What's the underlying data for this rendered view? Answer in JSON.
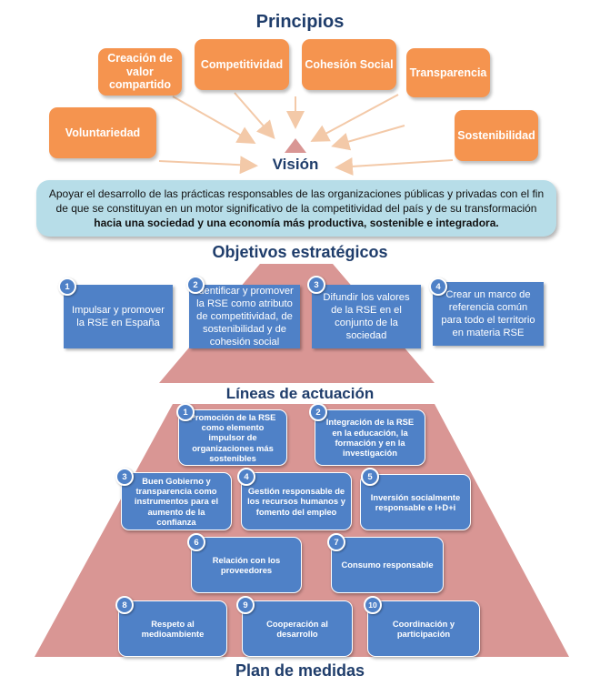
{
  "headings": {
    "principios": "Principios",
    "vision": "Visión",
    "objetivos": "Objetivos estratégicos",
    "lineas": "Líneas de actuación",
    "plan": "Plan de medidas"
  },
  "principles": [
    "Creación de valor compartido",
    "Competitividad",
    "Cohesión Social",
    "Transparencia",
    "Voluntariedad",
    "Sostenibilidad"
  ],
  "vision": {
    "text_normal": "Apoyar el desarrollo de las prácticas responsables de las organizaciones públicas y privadas con el fin de que se constituyan en un motor significativo de la competitividad del país y de su transformación ",
    "text_bold": "hacia una sociedad y una economía más productiva, sostenible e integradora."
  },
  "objectives": [
    {
      "num": "1",
      "text": "Impulsar y promover la RSE en España"
    },
    {
      "num": "2",
      "text": "Identificar y promover la RSE como atributo de competitividad, de sostenibilidad y de cohesión social"
    },
    {
      "num": "3",
      "text": "Difundir los valores de la RSE en el conjunto de la sociedad"
    },
    {
      "num": "4",
      "text": "Crear un marco de referencia común para todo el territorio en materia RSE"
    }
  ],
  "lines": [
    {
      "num": "1",
      "text": "Promoción de la RSE como elemento impulsor de organizaciones más sostenibles"
    },
    {
      "num": "2",
      "text": "Integración de la RSE en la educación, la formación y en la investigación"
    },
    {
      "num": "3",
      "text": "Buen Gobierno y transparencia como instrumentos para el aumento de la confianza"
    },
    {
      "num": "4",
      "text": "Gestión responsable de los recursos humanos y fomento del empleo"
    },
    {
      "num": "5",
      "text": "Inversión socialmente responsable e I+D+i"
    },
    {
      "num": "6",
      "text": "Relación con los proveedores"
    },
    {
      "num": "7",
      "text": "Consumo responsable"
    },
    {
      "num": "8",
      "text": "Respeto al medioambiente"
    },
    {
      "num": "9",
      "text": "Cooperación al desarrollo"
    },
    {
      "num": "10",
      "text": "Coordinación y participación"
    }
  ],
  "colors": {
    "principle": "#f5944f",
    "pyramid": "#d99694",
    "box": "#4f81c7",
    "vision_bg": "#b7dde8",
    "heading": "#1f3d6b"
  }
}
